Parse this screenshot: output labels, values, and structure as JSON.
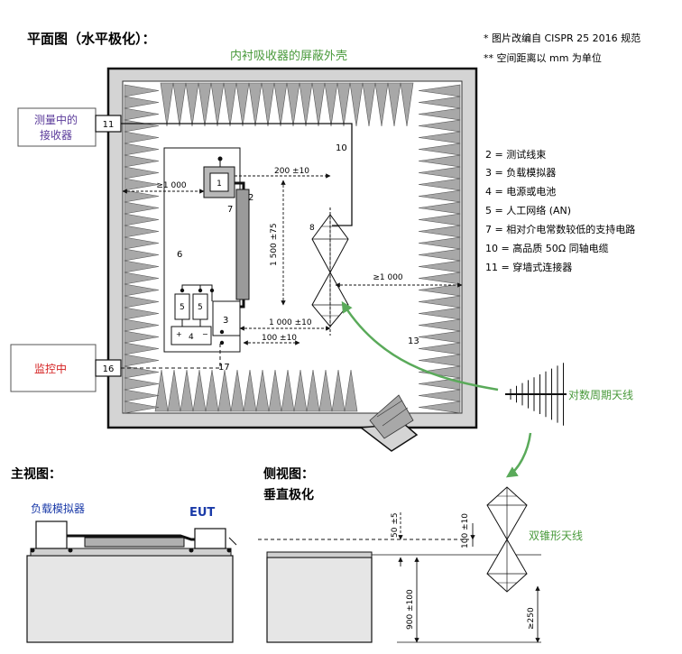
{
  "titles": {
    "plan_view": "平面图（水平极化）：",
    "front_view": "主视图：",
    "side_view_line1": "侧视图：",
    "side_view_line2": "垂直极化"
  },
  "notes": {
    "note1": "* 图片改编自 CISPR 25 2016 规范",
    "note2": "** 空间距离以 mm 为单位"
  },
  "plan": {
    "shield_label": "内衬吸收器的屏蔽外壳",
    "receiver_label_line1": "测量中的",
    "receiver_label_line2": "接收器",
    "monitor_label": "监控中",
    "log_antenna_label": "对数周期天线",
    "box_11": "11",
    "box_16": "16",
    "label_1": "1",
    "label_2": "2",
    "label_3": "3",
    "label_4": "4",
    "label_5a": "5",
    "label_5b": "5",
    "label_6": "6",
    "label_7": "7",
    "label_8": "8",
    "label_10": "10",
    "label_13": "13",
    "label_17": "17",
    "plus": "+",
    "minus": "−",
    "dim_1000_left": "≥1 000",
    "dim_200": "200 ±10",
    "dim_1500": "1 500 ±75",
    "dim_1000_right": "≥1 000",
    "dim_1000_10": "1 000 ±10",
    "dim_100": "100 ±10"
  },
  "legend": [
    "2 = 测试线束",
    "3 = 负载模拟器",
    "4 = 电源或电池",
    "5 = 人工网络 (AN)",
    "7 = 相对介电常数较低的支持电路",
    "10 = 高品质 50Ω 同轴电缆",
    "11 = 穿墙式连接器"
  ],
  "front": {
    "load_label": "负载模拟器",
    "eut_label": "EUT"
  },
  "side": {
    "dim_50": "50 ±5",
    "dim_100": "100 ±10",
    "dim_900": "900 ±100",
    "dim_250": "≥250",
    "bicone_label": "双锥形天线"
  },
  "colors": {
    "green_label": "#4a9a3c",
    "purple_label": "#5a3a9a",
    "red_label": "#d42020",
    "blue_label": "#1a3aa8",
    "arrow_green": "#5aaa5a",
    "absorber_fill": "#a8a8a8",
    "wall_fill": "#d4d4d4",
    "table_fill": "#e6e6e6"
  }
}
